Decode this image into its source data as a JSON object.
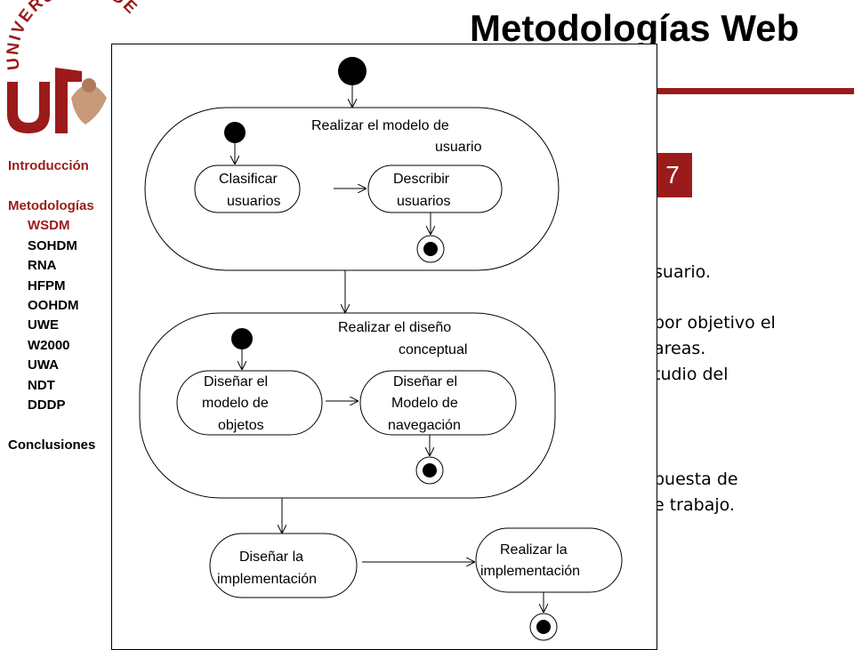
{
  "header": {
    "title": "Metodologías Web",
    "slide_number": "7",
    "logo_text": "UNIVERSIDAD DE"
  },
  "sidebar": {
    "introduction": "Introducción",
    "methodologies": "Metodologías",
    "items": [
      "WSDM",
      "SOHDM",
      "RNA",
      "HFPM",
      "OOHDM",
      "UWE",
      "W2000",
      "UWA",
      "NDT",
      "DDDP"
    ],
    "active_item": "WSDM",
    "conclusions": "Conclusiones"
  },
  "background_text": {
    "line1": "suario.",
    "line2": "por objetivo el",
    "line3": "areas.",
    "line4": "tudio del",
    "line5": "puesta de",
    "line6": "e trabajo."
  },
  "diagram": {
    "group1_label_1": "Realizar el modelo de",
    "group1_label_2": "usuario",
    "classify_1": "Clasificar",
    "classify_2": "usuarios",
    "describe_1": "Describir",
    "describe_2": "usuarios",
    "group2_label_1": "Realizar el diseño",
    "group2_label_2": "conceptual",
    "objects_1": "Diseñar el",
    "objects_2": "modelo de",
    "objects_3": "objetos",
    "navigation_1": "Diseñar el",
    "navigation_2": "Modelo de",
    "navigation_3": "navegación",
    "design_impl_1": "Diseñar la",
    "design_impl_2": "implementación",
    "do_impl_1": "Realizar la",
    "do_impl_2": "implementación"
  },
  "colors": {
    "accent": "#9b1b1b",
    "ink": "#000000"
  }
}
